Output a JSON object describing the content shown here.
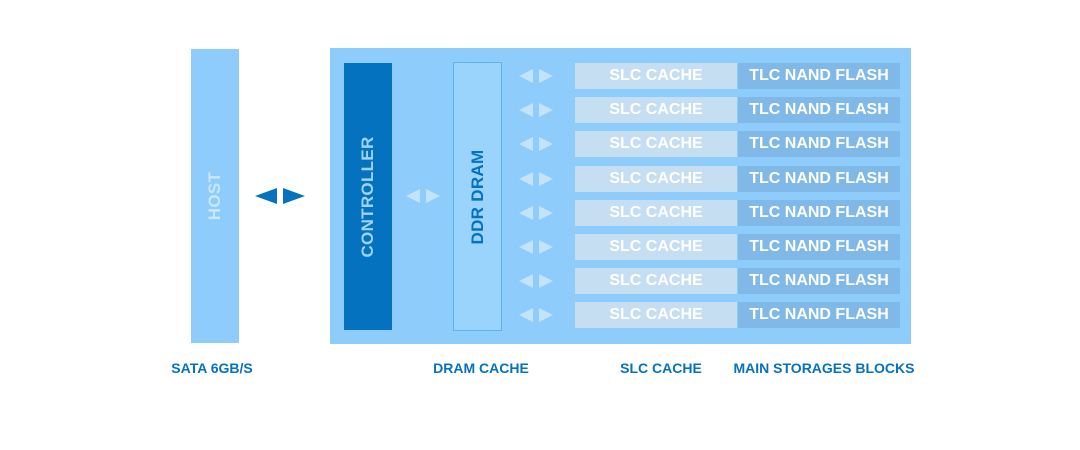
{
  "host": {
    "label": "HOST"
  },
  "controller": {
    "label": "CONTROLLER"
  },
  "dram": {
    "label": "DDR DRAM"
  },
  "cache_rows": [
    {
      "slc": "SLC CACHE",
      "nand": "TLC NAND FLASH"
    },
    {
      "slc": "SLC CACHE",
      "nand": "TLC NAND FLASH"
    },
    {
      "slc": "SLC CACHE",
      "nand": "TLC NAND FLASH"
    },
    {
      "slc": "SLC CACHE",
      "nand": "TLC NAND FLASH"
    },
    {
      "slc": "SLC CACHE",
      "nand": "TLC NAND FLASH"
    },
    {
      "slc": "SLC CACHE",
      "nand": "TLC NAND FLASH"
    },
    {
      "slc": "SLC CACHE",
      "nand": "TLC NAND FLASH"
    },
    {
      "slc": "SLC CACHE",
      "nand": "TLC NAND FLASH"
    }
  ],
  "captions": {
    "interface": "SATA 6GB/S",
    "dram_cache": "DRAM CACHE",
    "slc_cache": "SLC CACHE",
    "main_storage": "MAIN STORAGES BLOCKS"
  },
  "colors": {
    "primary_blue": "#0572bf",
    "light_blue": "#8dccfb",
    "slc_cell": "#c6def2",
    "tlc_cell": "#80b9e8"
  }
}
